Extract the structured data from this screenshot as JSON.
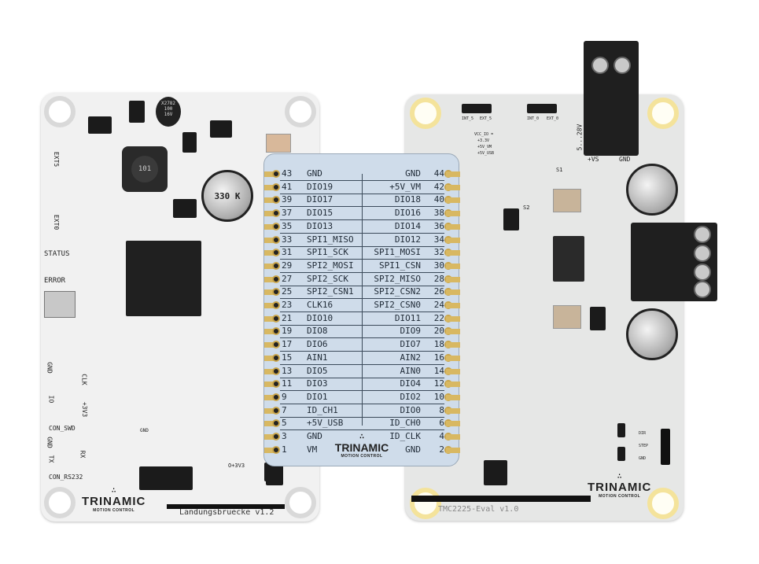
{
  "left_board": {
    "name_label": "Landungsbruecke v1.2",
    "logo": "TRINAMIC",
    "logo_sub": "MOTION CONTROL",
    "status_label": "STATUS",
    "error_label": "ERROR",
    "ext_labels": [
      "EXT5",
      "EXT0"
    ],
    "swd_pins": [
      "GND",
      "IO",
      "CLK",
      "+3V3"
    ],
    "swd_label": "CON_SWD",
    "rs232_pins": [
      "GND",
      "TX",
      "RX"
    ],
    "rs232_label": "CON_RS232",
    "gnd_label": "GND",
    "v33_label": "O+3V3",
    "cap_marking": "X2782\n100\n16V",
    "inductor_marking": "101",
    "big_cap_marking": "330 K"
  },
  "adapter": {
    "logo": "TRINAMIC",
    "logo_sub": "MOTION CONTROL",
    "pin_rows": [
      [
        "43",
        "GND",
        "GND",
        "44"
      ],
      [
        "41",
        "DIO19",
        "+5V_VM",
        "42"
      ],
      [
        "39",
        "DIO17",
        "DIO18",
        "40"
      ],
      [
        "37",
        "DIO15",
        "DIO16",
        "38"
      ],
      [
        "35",
        "DIO13",
        "DIO14",
        "36"
      ],
      [
        "33",
        "SPI1_MISO",
        "DIO12",
        "34"
      ],
      [
        "31",
        "SPI1_SCK",
        "SPI1_MOSI",
        "32"
      ],
      [
        "29",
        "SPI2_MOSI",
        "SPI1_CSN",
        "30"
      ],
      [
        "27",
        "SPI2_SCK",
        "SPI2_MISO",
        "28"
      ],
      [
        "25",
        "SPI2_CSN1",
        "SPI2_CSN2",
        "26"
      ],
      [
        "23",
        "CLK16",
        "SPI2_CSN0",
        "24"
      ],
      [
        "21",
        "DIO10",
        "DIO11",
        "22"
      ],
      [
        "19",
        "DIO8",
        "DIO9",
        "20"
      ],
      [
        "17",
        "DIO6",
        "DIO7",
        "18"
      ],
      [
        "15",
        "AIN1",
        "AIN2",
        "16"
      ],
      [
        "13",
        "DIO5",
        "AIN0",
        "14"
      ],
      [
        "11",
        "DIO3",
        "DIO4",
        "12"
      ],
      [
        "9",
        "DIO1",
        "DIO2",
        "10"
      ],
      [
        "7",
        "ID_CH1",
        "DIO0",
        "8"
      ],
      [
        "5",
        "+5V_USB",
        "ID_CH0",
        "6"
      ],
      [
        "3",
        "GND",
        "ID_CLK",
        "4"
      ],
      [
        "1",
        "VM",
        "GND",
        "2"
      ]
    ]
  },
  "right_board": {
    "name_label": "TMC2225-Eval v1.0",
    "logo": "TRINAMIC",
    "logo_sub": "MOTION CONTROL",
    "jumper_labels": [
      "INT_5",
      "EXT_5",
      "INT_0",
      "EXT_0"
    ],
    "vcc_io_label": "VCC_IO =",
    "vcc_options": [
      "+3.3V",
      "+5V_VM",
      "+5V_USB"
    ],
    "power_range": "5...28V",
    "power_pins": [
      "+VS",
      "GND"
    ],
    "header_pins": [
      "DIR",
      "STEP",
      "GND"
    ],
    "component_labels": [
      "S1",
      "S2"
    ]
  }
}
